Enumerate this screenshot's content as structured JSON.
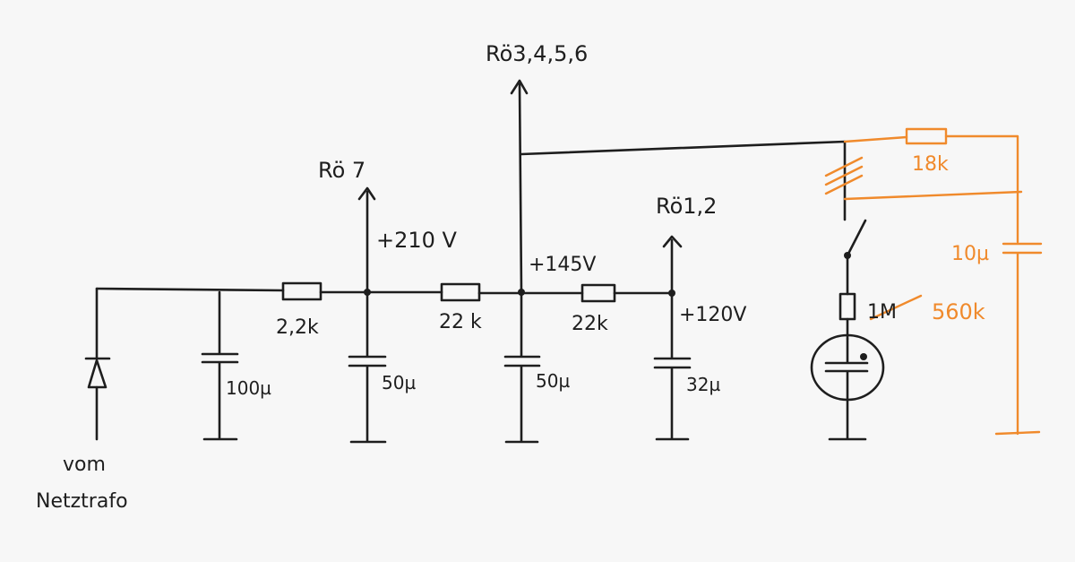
{
  "labels": {
    "ro3456": "Rö3,4,5,6",
    "ro7": "Rö 7",
    "ro12": "Rö1,2",
    "v210": "+210 V",
    "v145": "+145V",
    "v120": "+120V",
    "r1": "2,2k",
    "r2": "22 k",
    "r3": "22k",
    "c1": "100µ",
    "c2": "50µ",
    "c3": "50µ",
    "c4": "32µ",
    "r_1m": "1M",
    "source_line1": "vom",
    "source_line2": "Netztrafo",
    "r_18k": "18k",
    "c_10u": "10µ",
    "r_560k": "560k"
  },
  "colors": {
    "ink": "#1e1e1e",
    "modification": "#f08a2c",
    "paper": "#f7f7f7"
  }
}
